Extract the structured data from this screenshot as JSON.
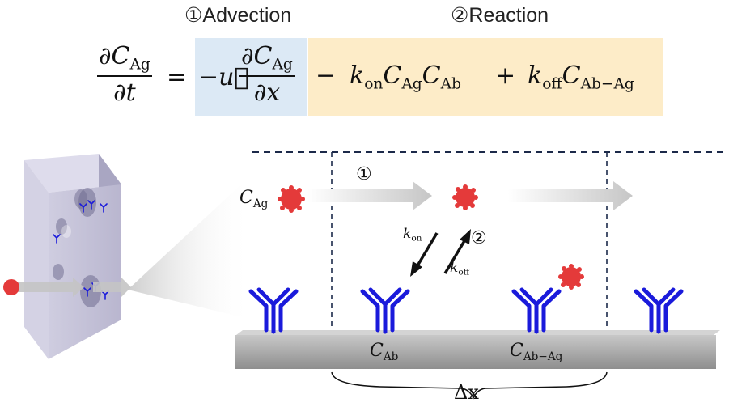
{
  "headers": {
    "advection": "①Advection",
    "reaction": "②Reaction"
  },
  "equation": {
    "lhs_num_symbol": "∂C",
    "lhs_num_sub": "Ag",
    "lhs_den": "∂t",
    "equals": "=",
    "minus_u": "−u⃗",
    "adv_num_symbol": "∂C",
    "adv_num_sub": "Ag",
    "adv_den": "∂x",
    "term2_minus": "−",
    "kon_k": "k",
    "kon_sub": "on",
    "c1": "C",
    "c1_sub": "Ag",
    "c2": "C",
    "c2_sub": "Ab",
    "plus": "+",
    "koff_k": "k",
    "koff_sub": "off",
    "c3": "C",
    "c3_sub": "Ab−Ag"
  },
  "colors": {
    "advection_box": "#dce9f5",
    "reaction_box": "#fdecc8",
    "antibody": "#1a1adb",
    "antigen": "#e43a3a",
    "surface": "#a8a8a8",
    "membrane": "#c9c7dc"
  },
  "labels": {
    "c_ag": "C",
    "c_ag_sub": "Ag",
    "step1": "①",
    "step2": "②",
    "kon": "k",
    "kon_sub": "on",
    "koff": "k",
    "koff_sub": "off",
    "c_ab": "C",
    "c_ab_sub": "Ab",
    "c_abag": "C",
    "c_abag_sub": "Ab−Ag",
    "delta_x": "Δx"
  }
}
